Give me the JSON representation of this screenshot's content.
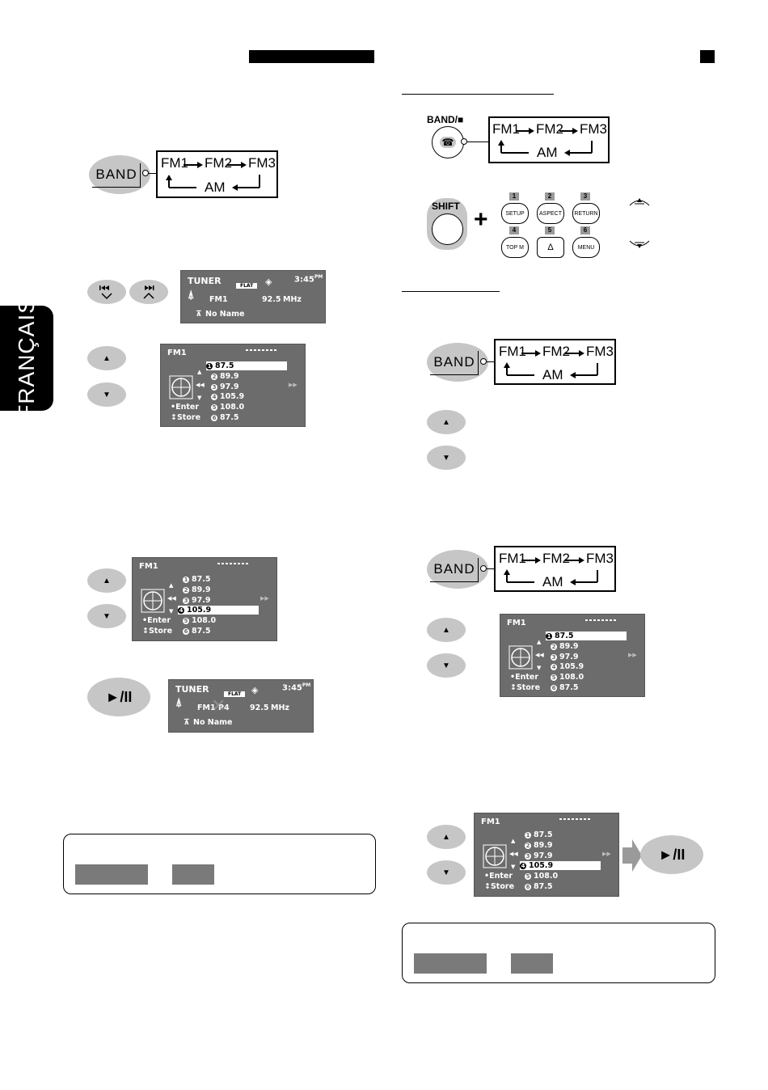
{
  "side_tab": {
    "label": "FRANÇAIS"
  },
  "buttons": {
    "band": "BAND",
    "band_remote": "BAND",
    "shift": "SHIFT",
    "plus": "+",
    "play_pause": "►/II"
  },
  "band_cycle": {
    "fm1": "FM1",
    "fm2": "FM2",
    "fm3": "FM3",
    "am": "AM"
  },
  "remote_keys": [
    {
      "num": "1",
      "label": "SETUP"
    },
    {
      "num": "2",
      "label": "ASPECT"
    },
    {
      "num": "3",
      "label": "RETURN"
    },
    {
      "num": "4",
      "label": "TOP M"
    },
    {
      "num": "5",
      "label": "Δ"
    },
    {
      "num": "6",
      "label": "MENU"
    }
  ],
  "tuner_screen": {
    "source": "TUNER",
    "mode": "FLAT",
    "time": "3:45",
    "pm": "PM",
    "band": "FM1",
    "frequency": "92.5",
    "unit": "MHz",
    "station_name": "No Name",
    "preset": "P4"
  },
  "preset_screen": {
    "band": "FM1",
    "enter": "Enter",
    "store": "Store",
    "presets": [
      {
        "num": "1",
        "freq": "87.5"
      },
      {
        "num": "2",
        "freq": "89.9"
      },
      {
        "num": "3",
        "freq": "97.9"
      },
      {
        "num": "4",
        "freq": "105.9"
      },
      {
        "num": "5",
        "freq": "108.0"
      },
      {
        "num": "6",
        "freq": "87.5"
      }
    ]
  },
  "colors": {
    "lcd_bg": "#6c6c6c",
    "button_bg": "#c6c6c6",
    "info_bar": "#7a7a7a"
  }
}
